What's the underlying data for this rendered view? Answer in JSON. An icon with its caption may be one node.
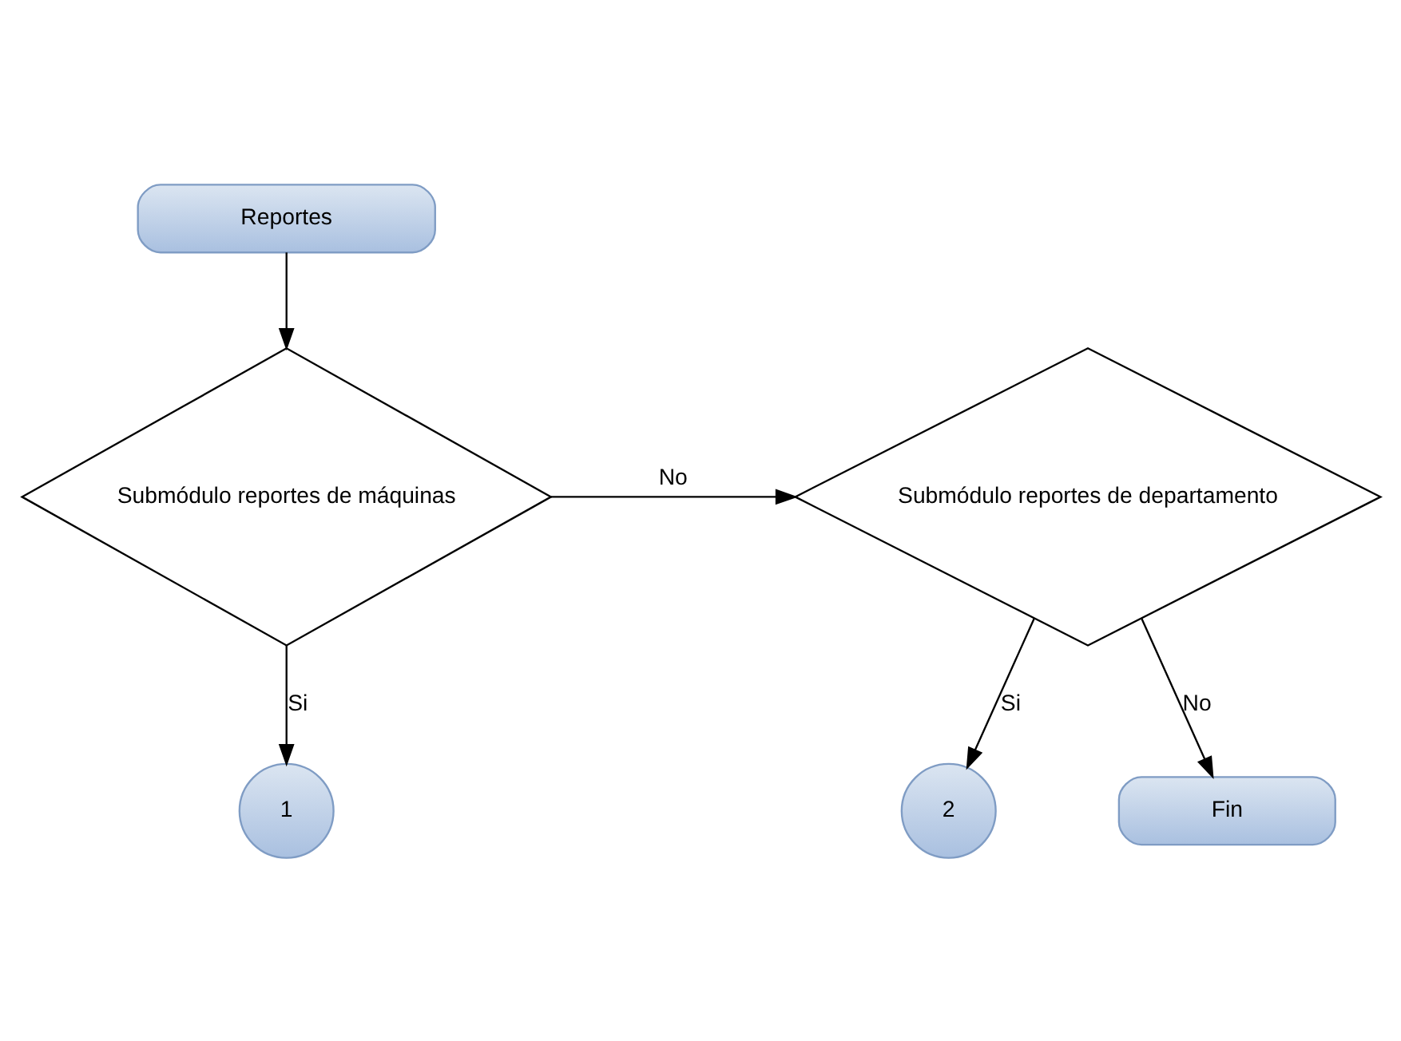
{
  "diagram": {
    "nodes": [
      {
        "text": [
          "Reportes"
        ]
      },
      {
        "text": [
          "Submódulo reportes de máquinas"
        ]
      },
      {
        "text": [
          "Submódulo reportes de departamento"
        ]
      },
      {
        "text": [
          "1"
        ]
      },
      {
        "text": [
          "2"
        ]
      },
      {
        "text": [
          "Fin"
        ]
      }
    ],
    "edges": [
      {
        "from": 0,
        "to": 1,
        "arrow": "to"
      },
      {
        "from": 1,
        "to": 2,
        "arrow": "to",
        "label": "No"
      },
      {
        "from": 1,
        "to": 3,
        "arrow": "to",
        "label": "Si"
      },
      {
        "from": 2,
        "to": 4,
        "arrow": "to",
        "label": "Si"
      },
      {
        "from": 2,
        "to": 5,
        "arrow": "to",
        "label": "No"
      }
    ]
  }
}
